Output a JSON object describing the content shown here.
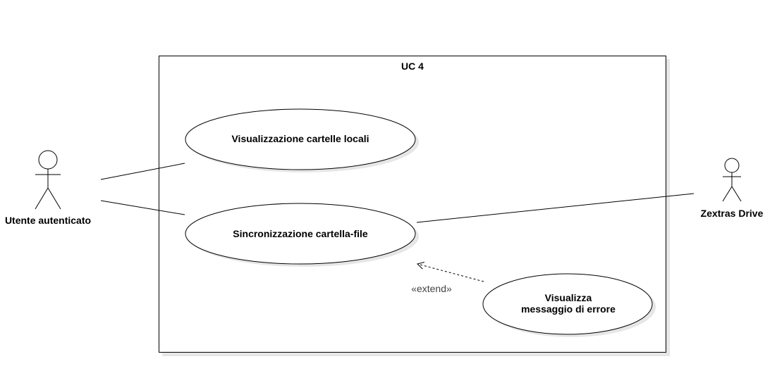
{
  "system": {
    "title": "UC 4"
  },
  "actors": {
    "primary": {
      "name": "Utente autenticato",
      "icon": "stick-figure-icon"
    },
    "secondary": {
      "name": "Zextras Drive",
      "icon": "stick-figure-icon"
    }
  },
  "use_cases": {
    "view_folders": {
      "label": "Visualizzazione cartelle locali"
    },
    "sync": {
      "label": "Sincronizzazione cartella-file"
    },
    "error": {
      "line1": "Visualizza",
      "line2": "messaggio di errore"
    }
  },
  "relations": {
    "extend_label": "«extend»"
  },
  "colors": {
    "stroke": "#000000",
    "shadow": "#e6e6e6",
    "background": "#ffffff"
  }
}
